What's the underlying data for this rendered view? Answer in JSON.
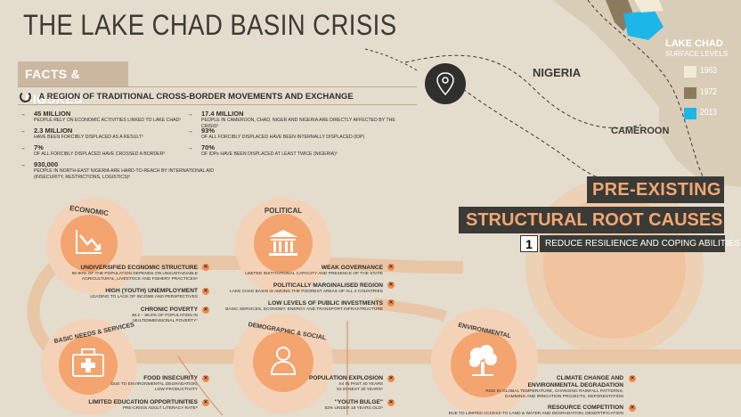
{
  "title": "THE LAKE CHAD BASIN CRISIS",
  "facts": {
    "tag": "FACTS & FIGURES",
    "subtitle": "A REGION OF TRADITIONAL CROSS-BORDER MOVEMENTS AND EXCHANGE",
    "items": [
      {
        "value": "45 MILLION",
        "text": "PEOPLE RELY ON ECONOMIC ACTIVITIES LINKED TO LAKE CHAD¹"
      },
      {
        "value": "2.3 MILLION",
        "text": "HAVE BEEN FORCIBLY DISPLACED AS A RESULT²"
      },
      {
        "value": "7%",
        "text": "OF ALL FORCIBLY DISPLACED HAVE CROSSED A BORDER³"
      },
      {
        "value": "930,000",
        "text": "PEOPLE IN NORTH-EAST NIGERIA ARE HARD-TO-REACH BY INTERNATIONAL AID (INSECURITY, RESTRICTIONS, LOGISTICS)⁶"
      },
      {
        "value": "17.4 MILLION",
        "text": "PEOPLE IN CAMEROON, CHAD, NIGER AND NIGERIA ARE DIRECTLY AFFECTED BY THE CRISIS³"
      },
      {
        "value": "93%",
        "text": "OF ALL FORCIBLY DISPLACED HAVE BEEN INTERNALLY DISPLACED (IDP)"
      },
      {
        "value": "70%",
        "text": "OF IDPs HAVE BEEN DISPLACED AT LEAST TWICE (NIGERIA)⁵"
      }
    ]
  },
  "map": {
    "nigeria": "NIGERIA",
    "cameroon": "CAMEROON",
    "legend_title": "LAKE CHAD",
    "legend_sub": "SURFACE LEVELS",
    "legend": [
      {
        "label": "1963",
        "color": "#f3ead8"
      },
      {
        "label": "1972",
        "color": "#8c7a5d"
      },
      {
        "label": "2013",
        "color": "#1db6e8"
      }
    ]
  },
  "banners": {
    "line1": "PRE-EXISTING",
    "line2": "STRUCTURAL ROOT CAUSES",
    "number": "1",
    "reduce": "REDUCE RESILIENCE AND COPING ABILITIES"
  },
  "categories": {
    "economic": "ECONOMIC",
    "political": "POLITICAL",
    "basic": "BASIC NEEDS & SERVICES",
    "demographic": "DEMOGRAPHIC & SOCIAL",
    "environmental": "ENVIRONMENTAL"
  },
  "economic_items": [
    {
      "title": "UNDIVERSIFIED ECONOMIC STRUCTURE",
      "text": "80-90% OF THE POPULATION DEPENDS ON UNSUSTAINABLE",
      "text2": "AGRICULTURAL, LIVESTOCK AND FISHERY PRACTICES⁶"
    },
    {
      "title": "HIGH (YOUTH) UNEMPLOYMENT",
      "text": "LEADING TO LACK OF INCOME AND PERSPECTIVES",
      "text2": ""
    },
    {
      "title": "CHRONIC POVERTY",
      "text": "48.2 – 89.8% OF POPULATION IN",
      "text2": "MULTIDIMENSIONAL POVERTY⁷"
    }
  ],
  "political_items": [
    {
      "title": "WEAK GOVERNANCE",
      "text": "LIMITED INSTITUTIONAL CAPACITY AND PRESENCE OF THE STATE"
    },
    {
      "title": "POLITICALLY MARGINALISED REGION",
      "text": "LAKE CHAD BASIN IS AMONG THE POOREST AREAS OF ALL 4 COUNTRIES"
    },
    {
      "title": "LOW LEVELS OF PUBLIC INVESTMENTS",
      "text": "BASIC SERVICES, ECONOMY, ENERGY AND TRANSPORT INFRASTRUCTURE"
    }
  ],
  "basic_items": [
    {
      "title": "FOOD INSECURITY",
      "text": "DUE TO ENVIRONMENTAL DEGRADATION,",
      "text2": "LOW PRODUCTIVITY"
    },
    {
      "title": "LIMITED EDUCATION OPPORTUNITIES",
      "text": "PRE-CRISIS ADULT LITERACY RATE⁸",
      "text2": ""
    }
  ],
  "demographic_items": [
    {
      "title": "POPULATION EXPLOSION",
      "text": "X4 IN PAST 40 YEARS",
      "text2": "X2 IN NEXT 30 YEARS⁹"
    },
    {
      "title": "\"YOUTH BULGE\"",
      "text": "62% UNDER 18 YEARS OLD⁹",
      "text2": ""
    }
  ],
  "environmental_items": [
    {
      "title": "CLIMATE CHANGE AND",
      "title2": "ENVIRONMENTAL DEGRADATION",
      "text": "RISE IN GLOBAL TEMPERATURE, CHANGING RAINFALL PATTERNS,",
      "text2": "DAMMING AND IRRIGATION PROJECTS, DEFORESTATION"
    },
    {
      "title": "RESOURCE COMPETITION",
      "text": "DUE TO LIMITED ACCESS TO LAND & WATER AND DEGRADATION, DESERTIFICATION",
      "text2": ""
    }
  ],
  "icons": {
    "location": "location-pin-icon",
    "economic": "chart-down-icon",
    "political": "government-building-icon",
    "basic": "first-aid-kit-icon",
    "demographic": "person-icon",
    "environmental": "dead-tree-icon",
    "bullet": "x-bullet-icon"
  }
}
